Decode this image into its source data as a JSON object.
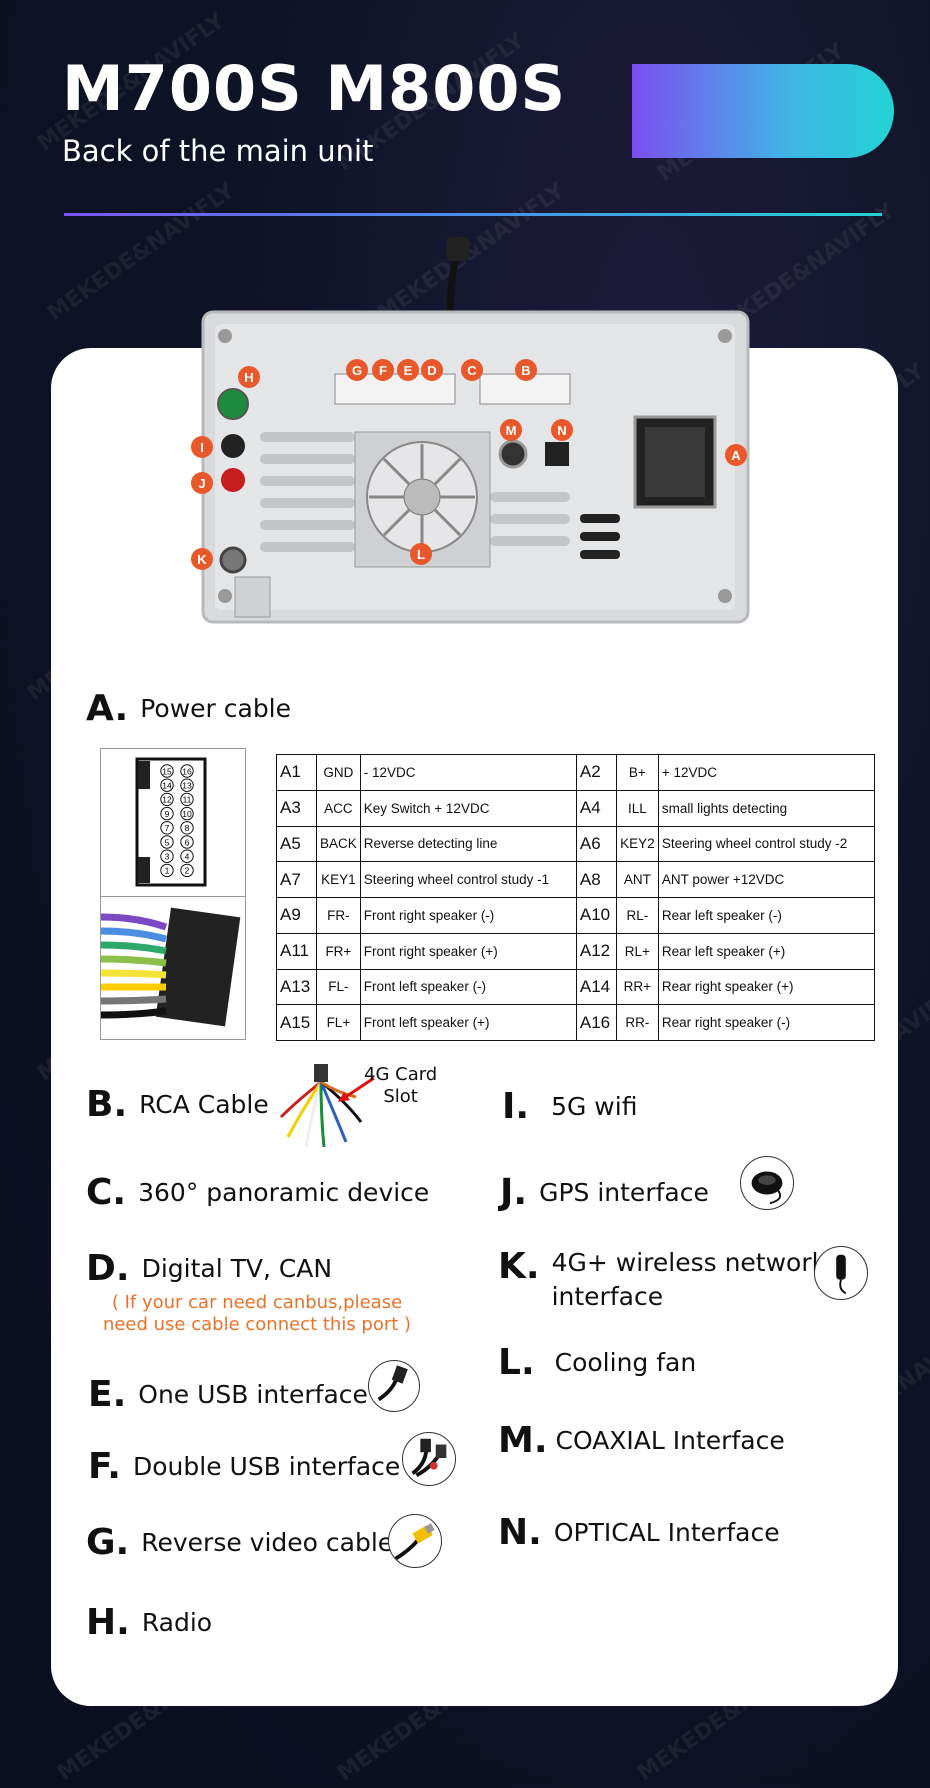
{
  "header": {
    "title": "M700S M800S",
    "subtitle": "Back of the main unit"
  },
  "watermark": "MEKEDE&NAVIFLY",
  "device": {
    "callouts": [
      "G",
      "F",
      "E",
      "D",
      "C",
      "B",
      "H",
      "M",
      "N",
      "I",
      "J",
      "A",
      "K",
      "L"
    ]
  },
  "section_a": {
    "letter": "A.",
    "label": "Power cable",
    "pin_numbers": [
      "15",
      "16",
      "14",
      "13",
      "12",
      "11",
      "9",
      "10",
      "7",
      "8",
      "5",
      "6",
      "3",
      "4",
      "1",
      "2"
    ],
    "rows": [
      {
        "l_pin": "A1",
        "l_code": "GND",
        "l_desc": "- 12VDC",
        "r_pin": "A2",
        "r_code": "B+",
        "r_desc": "+ 12VDC"
      },
      {
        "l_pin": "A3",
        "l_code": "ACC",
        "l_desc": "Key Switch + 12VDC",
        "r_pin": "A4",
        "r_code": "ILL",
        "r_desc": "small lights detecting"
      },
      {
        "l_pin": "A5",
        "l_code": "BACK",
        "l_desc": "Reverse detecting line",
        "r_pin": "A6",
        "r_code": "KEY2",
        "r_desc": "Steering wheel control study -2"
      },
      {
        "l_pin": "A7",
        "l_code": "KEY1",
        "l_desc": "Steering wheel control study -1",
        "r_pin": "A8",
        "r_code": "ANT",
        "r_desc": "ANT power +12VDC"
      },
      {
        "l_pin": "A9",
        "l_code": "FR-",
        "l_desc": "Front right speaker (-)",
        "r_pin": "A10",
        "r_code": "RL-",
        "r_desc": "Rear left speaker (-)"
      },
      {
        "l_pin": "A11",
        "l_code": "FR+",
        "l_desc": "Front right speaker (+)",
        "r_pin": "A12",
        "r_code": "RL+",
        "r_desc": "Rear left speaker (+)"
      },
      {
        "l_pin": "A13",
        "l_code": "FL-",
        "l_desc": "Front left speaker (-)",
        "r_pin": "A14",
        "r_code": "RR+",
        "r_desc": "Rear right speaker (+)"
      },
      {
        "l_pin": "A15",
        "l_code": "FL+",
        "l_desc": "Front left speaker (+)",
        "r_pin": "A16",
        "r_code": "RR-",
        "r_desc": "Rear right speaker (-)"
      }
    ]
  },
  "items": {
    "b": {
      "letter": "B.",
      "label": "RCA Cable",
      "card_slot_1": "4G Card",
      "card_slot_2": "Slot"
    },
    "c": {
      "letter": "C.",
      "label": "360° panoramic device"
    },
    "d": {
      "letter": "D.",
      "label": "Digital TV, CAN",
      "note_1": "( If your car need canbus,please",
      "note_2": "need use cable connect this port )"
    },
    "e": {
      "letter": "E.",
      "label": "One USB interface"
    },
    "f": {
      "letter": "F.",
      "label": "Double USB interface"
    },
    "g": {
      "letter": "G.",
      "label": "Reverse video cable"
    },
    "h": {
      "letter": "H.",
      "label": "Radio"
    },
    "i": {
      "letter": "I.",
      "label": "5G wifi"
    },
    "j": {
      "letter": "J.",
      "label": "GPS  interface"
    },
    "k": {
      "letter": "K.",
      "label_1": "4G+ wireless network",
      "label_2": "interface"
    },
    "l": {
      "letter": "L.",
      "label": "Cooling fan"
    },
    "m": {
      "letter": "M.",
      "label": "COAXIAL Interface"
    },
    "n": {
      "letter": "N.",
      "label": "OPTICAL Interface"
    }
  },
  "colors": {
    "callout": "#e9582a",
    "note": "#e9722b",
    "accent_start": "#7c4ff0",
    "accent_end": "#23d3d3"
  }
}
